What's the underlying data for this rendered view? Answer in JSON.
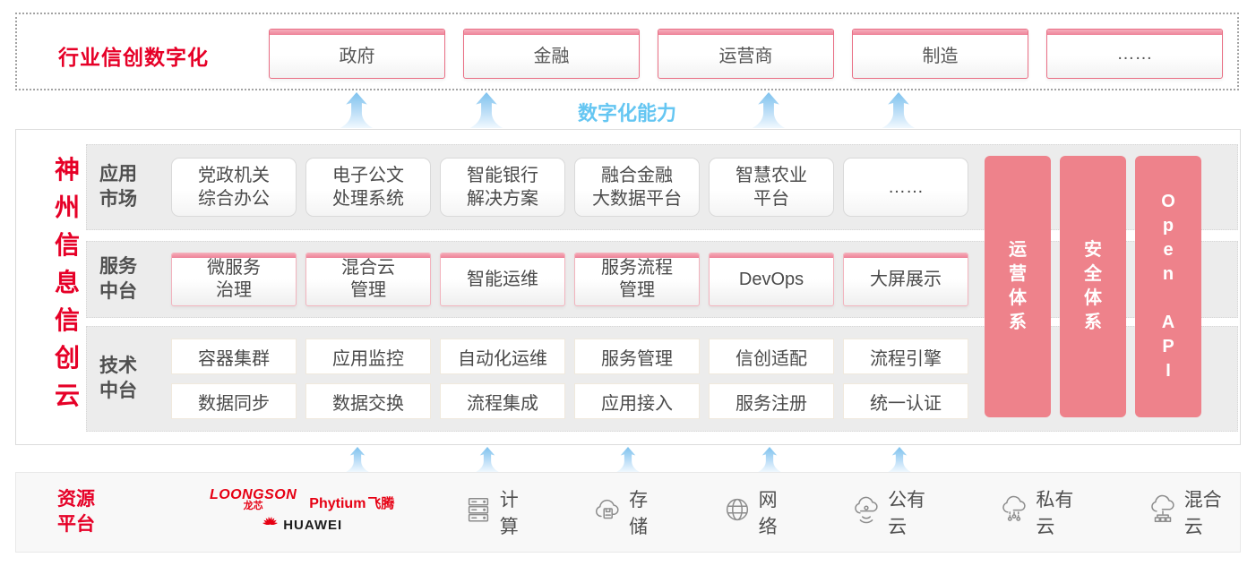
{
  "top_banner": {
    "title": "行业信创数字化",
    "items": [
      {
        "label": "政府"
      },
      {
        "label": "金融"
      },
      {
        "label": "运营商"
      },
      {
        "label": "制造"
      },
      {
        "label": "……"
      }
    ]
  },
  "capability": {
    "label": "数字化能力"
  },
  "main": {
    "vertical_title": "神州信息信创云",
    "rows": [
      {
        "label": "应用\n市场",
        "items": [
          {
            "label": "党政机关\n综合办公"
          },
          {
            "label": "电子公文\n处理系统"
          },
          {
            "label": "智能银行\n解决方案"
          },
          {
            "label": "融合金融\n大数据平台"
          },
          {
            "label": "智慧农业\n平台"
          },
          {
            "label": "……"
          }
        ]
      },
      {
        "label": "服务\n中台",
        "items": [
          {
            "label": "微服务\n治理"
          },
          {
            "label": "混合云\n管理"
          },
          {
            "label": "智能运维"
          },
          {
            "label": "服务流程\n管理"
          },
          {
            "label": "DevOps"
          },
          {
            "label": "大屏展示"
          }
        ]
      },
      {
        "label": "技术\n中台",
        "grid": [
          [
            "容器集群",
            "应用监控",
            "自动化运维",
            "服务管理",
            "信创适配",
            "流程引擎"
          ],
          [
            "数据同步",
            "数据交换",
            "流程集成",
            "应用接入",
            "服务注册",
            "统一认证"
          ]
        ]
      }
    ],
    "pillars": [
      {
        "label": "运营体系"
      },
      {
        "label": "安全体系"
      },
      {
        "label": "Open API"
      }
    ]
  },
  "resource": {
    "label": "资源\n平台",
    "vendors": [
      {
        "name": "LOONGSON",
        "sub": "龙芯"
      },
      {
        "name": "Phytium",
        "sub": "飞腾"
      },
      {
        "name": "HUAWEI"
      }
    ],
    "items": [
      {
        "icon": "compute-server-icon",
        "label": "计算"
      },
      {
        "icon": "storage-cloud-icon",
        "label": "存储"
      },
      {
        "icon": "network-globe-icon",
        "label": "网络"
      },
      {
        "icon": "public-cloud-icon",
        "label": "公有云"
      },
      {
        "icon": "private-cloud-icon",
        "label": "私有云"
      },
      {
        "icon": "hybrid-cloud-icon",
        "label": "混合云"
      }
    ]
  },
  "colors": {
    "brand_red": "#e60027",
    "pillar_pink": "#ee828b",
    "capability_blue": "#65c6f2",
    "row_gray": "#ececec"
  }
}
